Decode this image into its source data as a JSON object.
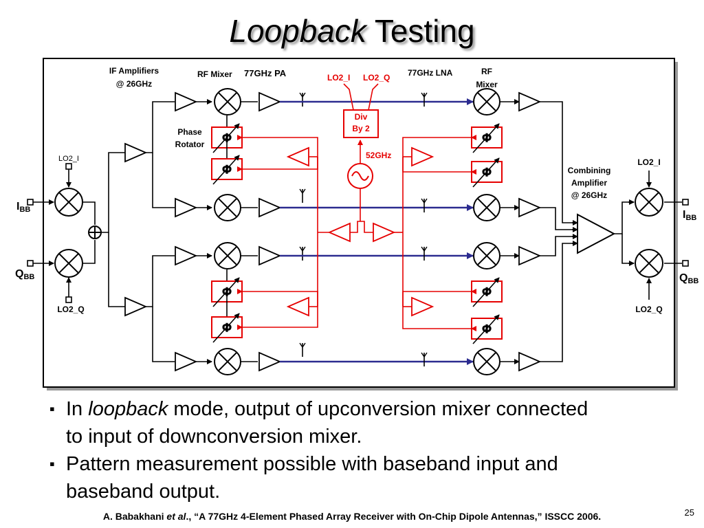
{
  "slide": {
    "title_italic": "Loopback",
    "title_rest": " Testing",
    "page_number": "25"
  },
  "diagram": {
    "labels": {
      "if_amplifiers_line1": "IF Amplifiers",
      "if_amplifiers_line2": "@ 26GHz",
      "rf_mixer_tx": "RF Mixer",
      "pa_77": "77GHz PA",
      "lo2_i_top": "LO2_I",
      "lo2_q_top": "LO2_Q",
      "lna_77": "77GHz LNA",
      "rf_mixer_rx_line1": "RF",
      "rf_mixer_rx_line2": "Mixer",
      "div_line1": "Div",
      "div_line2": "By 2",
      "phase_rotator_line1": "Phase",
      "phase_rotator_line2": "Rotator",
      "osc_52": "52GHz",
      "combining_line1": "Combining",
      "combining_line2": "Amplifier",
      "combining_line3": "@ 26GHz",
      "lo2_i_left": "LO2_I",
      "lo2_q_left": "LO2_Q",
      "lo2_i_right": "LO2_I",
      "lo2_q_right": "LO2_Q",
      "ibb_main": "I",
      "ibb_sub": "BB",
      "qbb_main": "Q",
      "qbb_sub": "BB",
      "phi": "Φ"
    },
    "colors": {
      "signal_path": "#2b2b8f",
      "lo_path": "#e60000",
      "ink": "#000000"
    }
  },
  "bullets": [
    {
      "pre": "In ",
      "italic": "loopback",
      "post": " mode, output of upconversion mixer connected",
      "line2": "to input of downconversion mixer."
    },
    {
      "pre": "Pattern measurement possible with baseband input and",
      "italic": "",
      "post": "",
      "line2": "baseband output."
    }
  ],
  "reference": {
    "author": "A. Babakhani ",
    "etal": "et al",
    "rest": "., “A 77GHz 4-Element Phased Array Receiver with On-Chip Dipole Antennas,” ISSCC 2006."
  }
}
